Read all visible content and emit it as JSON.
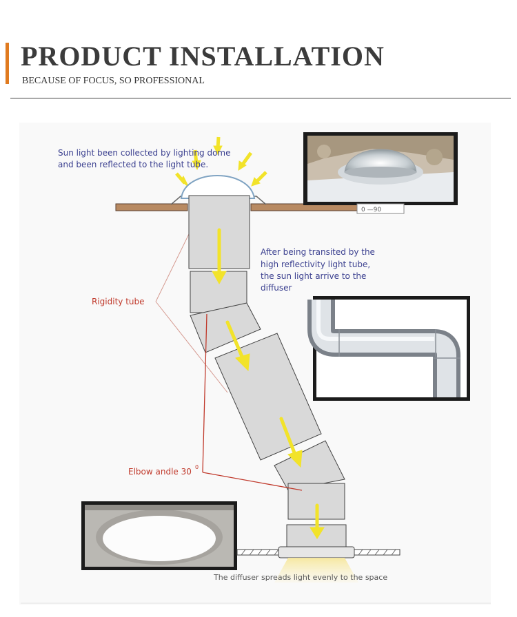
{
  "header": {
    "title": "PRODUCT INSTALLATION",
    "subtitle": "BECAUSE OF FOCUS,  SO PROFESSIONAL",
    "accent_color": "#e07a1f"
  },
  "diagram": {
    "dome_caption_line1": "Sun light been collected by lighting dome",
    "dome_caption_line2": "and been reflected to the light tube.",
    "transit_caption": [
      "After being transited by the",
      "high reflectivity light tube,",
      "the sun light arrive to the",
      "diffuser"
    ],
    "rigidity_label": "Rigidity tube",
    "elbow_label": "Elbow andle 30",
    "elbow_degree": "0",
    "diffuser_caption": "The diffuser spreads light evenly to the space",
    "angle_range": "0  —90",
    "caption_color": "#3a3f8f",
    "label_color": "#c0392b",
    "arrow_color": "#f2e32a"
  }
}
